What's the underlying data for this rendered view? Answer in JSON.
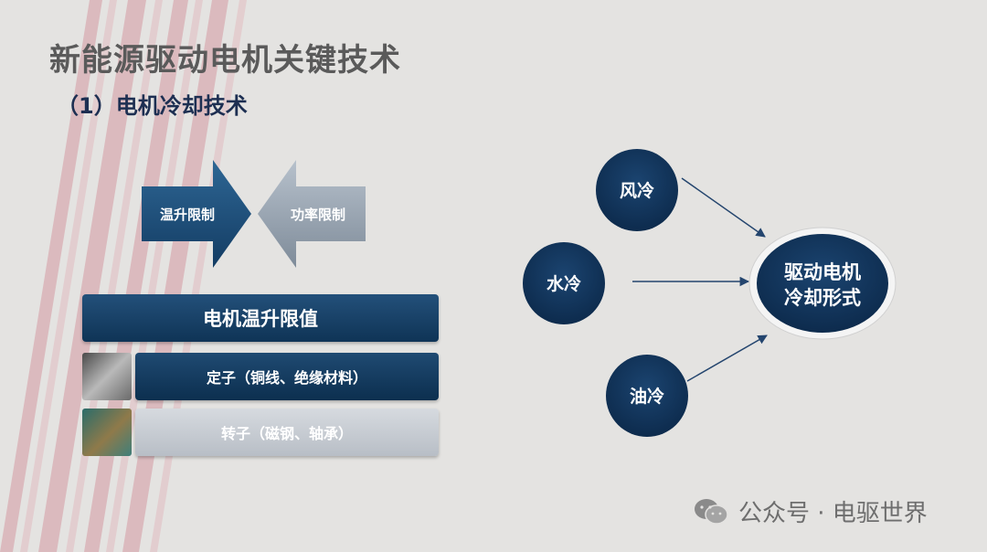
{
  "title": "新能源驱动电机关键技术",
  "subtitle": "（1）电机冷却技术",
  "arrows": {
    "left_label": "温升限制",
    "right_label": "功率限制"
  },
  "limits": {
    "header": "电机温升限值",
    "stator": "定子（铜线、绝缘材料）",
    "rotor": "转子（磁钢、轴承）"
  },
  "cooling": {
    "air": "风冷",
    "water": "水冷",
    "oil": "油冷",
    "target_line1": "驱动电机",
    "target_line2": "冷却形式"
  },
  "watermark": {
    "text": "公众号 · 电驱世界",
    "icon": "wechat-icon"
  },
  "colors": {
    "navy": "#0f3456",
    "title_gray": "#5a5a5a",
    "subtitle_navy": "#1d2f52",
    "stripe_pink": "#d49aa2",
    "light_bar": "#c7ccd2"
  }
}
